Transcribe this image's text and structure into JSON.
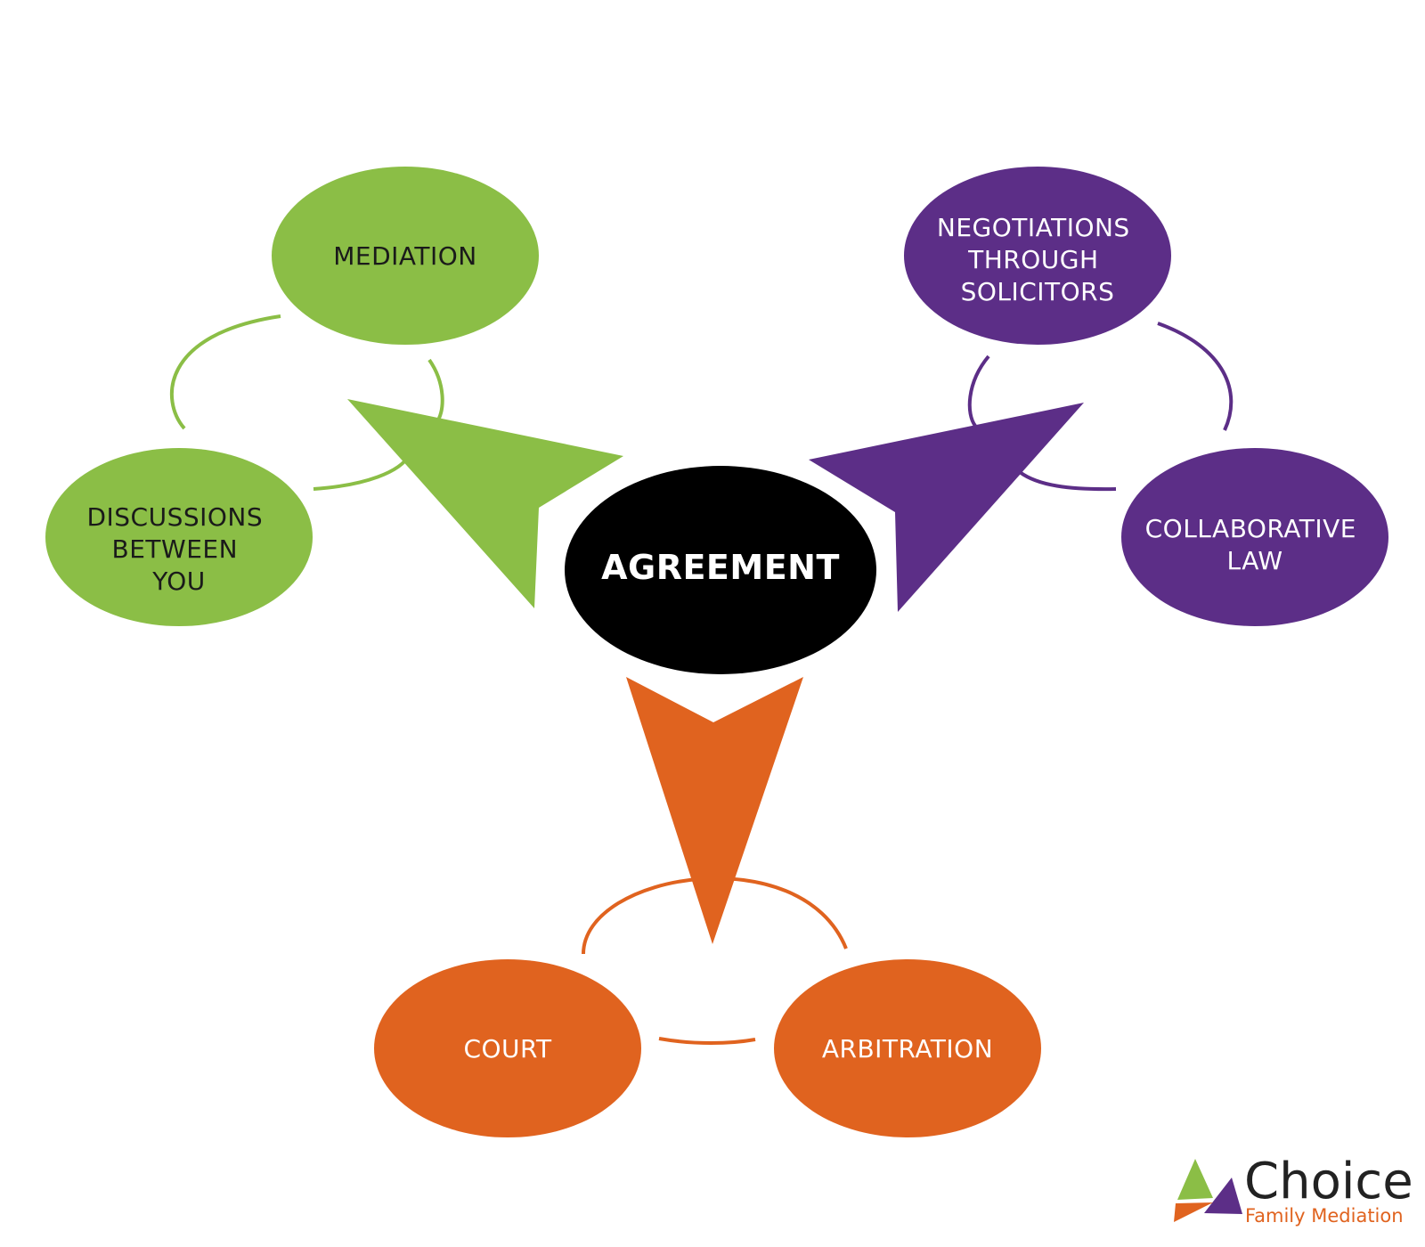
{
  "colors": {
    "green": "#8bbe46",
    "purple": "#5c2e87",
    "orange": "#e0631f",
    "black": "#000000",
    "background": "#ffffff"
  },
  "center": {
    "label": "AGREEMENT"
  },
  "groups": {
    "green": {
      "nodes": [
        {
          "lines": [
            "MEDIATION"
          ]
        },
        {
          "lines": [
            "DISCUSSIONS",
            "BETWEEN",
            "YOU"
          ]
        }
      ]
    },
    "purple": {
      "nodes": [
        {
          "lines": [
            "NEGOTIATIONS",
            "THROUGH",
            "SOLICITORS"
          ]
        },
        {
          "lines": [
            "COLLABORATIVE",
            "LAW"
          ]
        }
      ]
    },
    "orange": {
      "nodes": [
        {
          "lines": [
            "COURT"
          ]
        },
        {
          "lines": [
            "ARBITRATION"
          ]
        }
      ]
    }
  },
  "logo": {
    "name": "Choice",
    "tagline": "Family Mediation",
    "icon": "triangles-logo-icon"
  }
}
